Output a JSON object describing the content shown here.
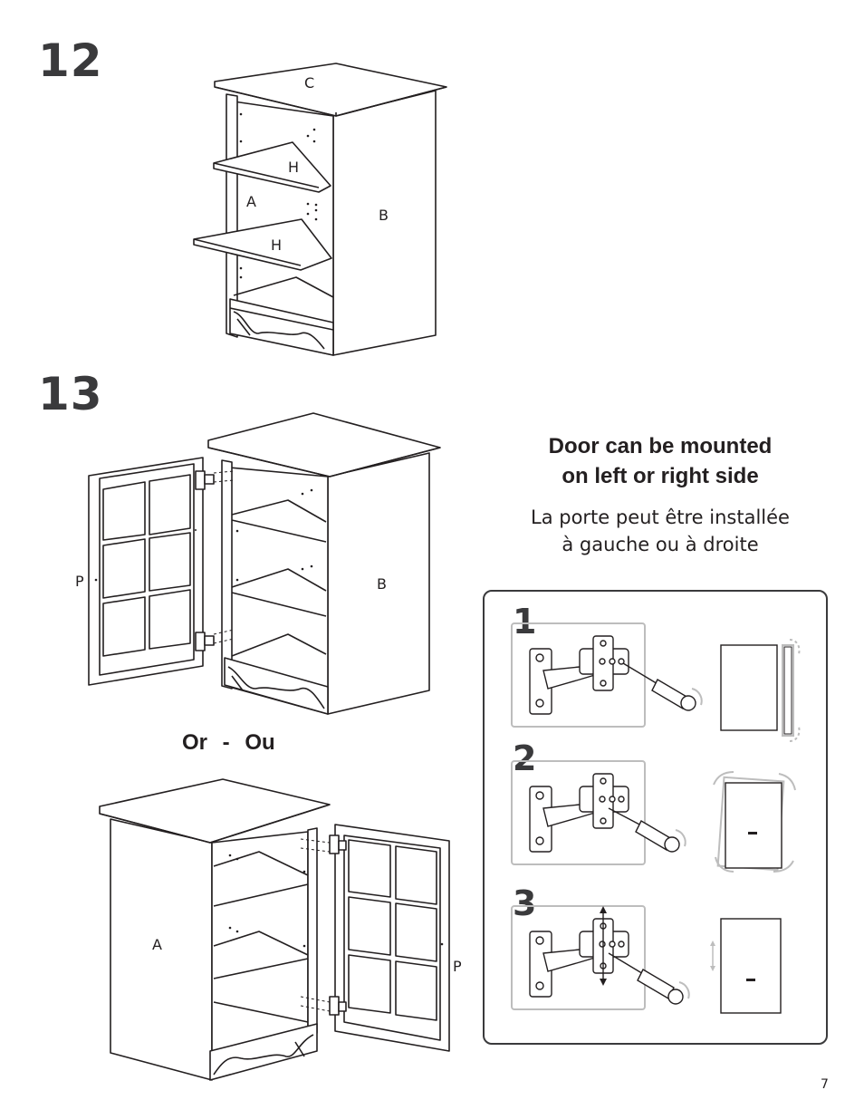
{
  "steps": {
    "step12": {
      "number": "12",
      "labels": {
        "top": "C",
        "shelf_upper": "H",
        "shelf_lower": "H",
        "left_panel": "A",
        "right_panel": "B"
      }
    },
    "step13": {
      "number": "13",
      "labels": {
        "door_left": "P",
        "panel_right": "B",
        "panel_left": "A",
        "door_right": "P"
      },
      "or_text": "Or  -  Ou"
    }
  },
  "note": {
    "heading_en_line1": "Door can be mounted",
    "heading_en_line2": "on left or right side",
    "heading_fr_line1": "La porte peut être installée",
    "heading_fr_line2": "à gauche ou à droite"
  },
  "hinge_adjust": {
    "steps": [
      "1",
      "2",
      "3"
    ]
  },
  "page_number": "7",
  "colors": {
    "ink": "#231f20",
    "step_number": "#3a3a3c",
    "light_gray": "#bdbdbd"
  }
}
